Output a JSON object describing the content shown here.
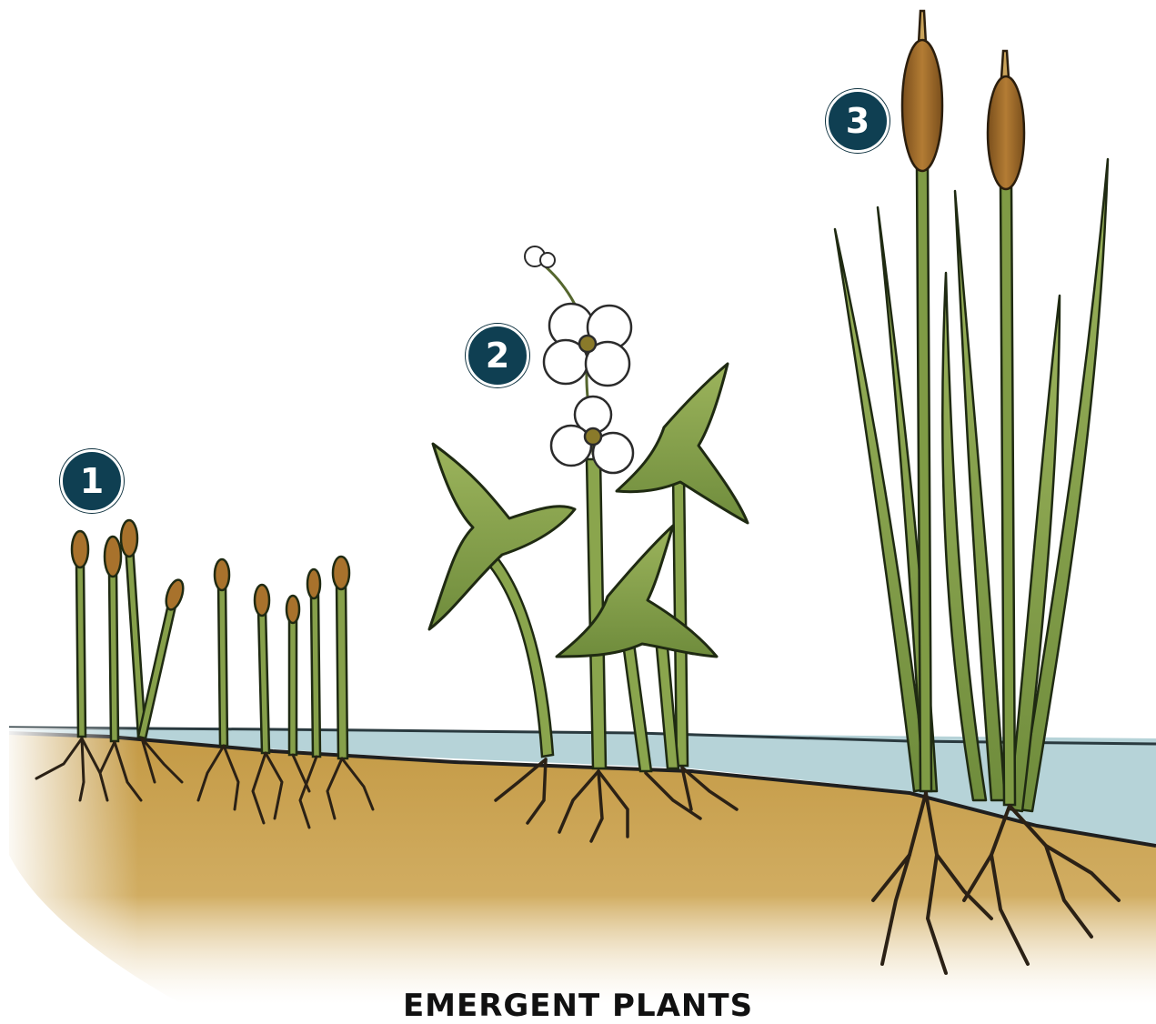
{
  "labels": {
    "plant_1": "1",
    "plant_2": "2",
    "plant_3": "3"
  },
  "caption": "EMERGENT PLANTS",
  "colors": {
    "water": "#b6d3d8",
    "soil": "#c9a24f",
    "leaf": "#8fa84f",
    "stem": "#7f9b45",
    "spike": "#9c6b2a",
    "badge": "#0f3f52",
    "outline": "#1f1f1f"
  }
}
